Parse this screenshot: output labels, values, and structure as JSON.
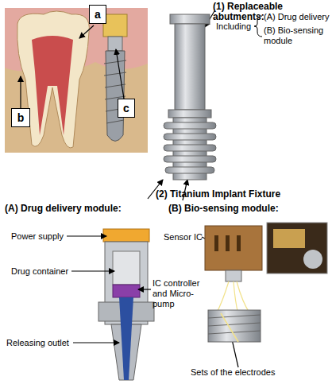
{
  "diagram": {
    "nodes": [
      {
        "text": [
          "a"
        ]
      },
      {
        "text": [
          "b"
        ]
      },
      {
        "text": [
          "c"
        ]
      }
    ],
    "labels": [
      "(1) Replaceable abutments:",
      "Including",
      "(A) Drug delivery",
      "(B) Bio-sensing module",
      "(2) Titanium Implant Fixture",
      "(A) Drug delivery module:",
      "Power supply",
      "Drug container",
      "IC controller and Micro-pump",
      "Releasing outlet",
      "(B) Bio-sensing module:",
      "Sensor IC",
      "Sets of the electrodes"
    ]
  }
}
